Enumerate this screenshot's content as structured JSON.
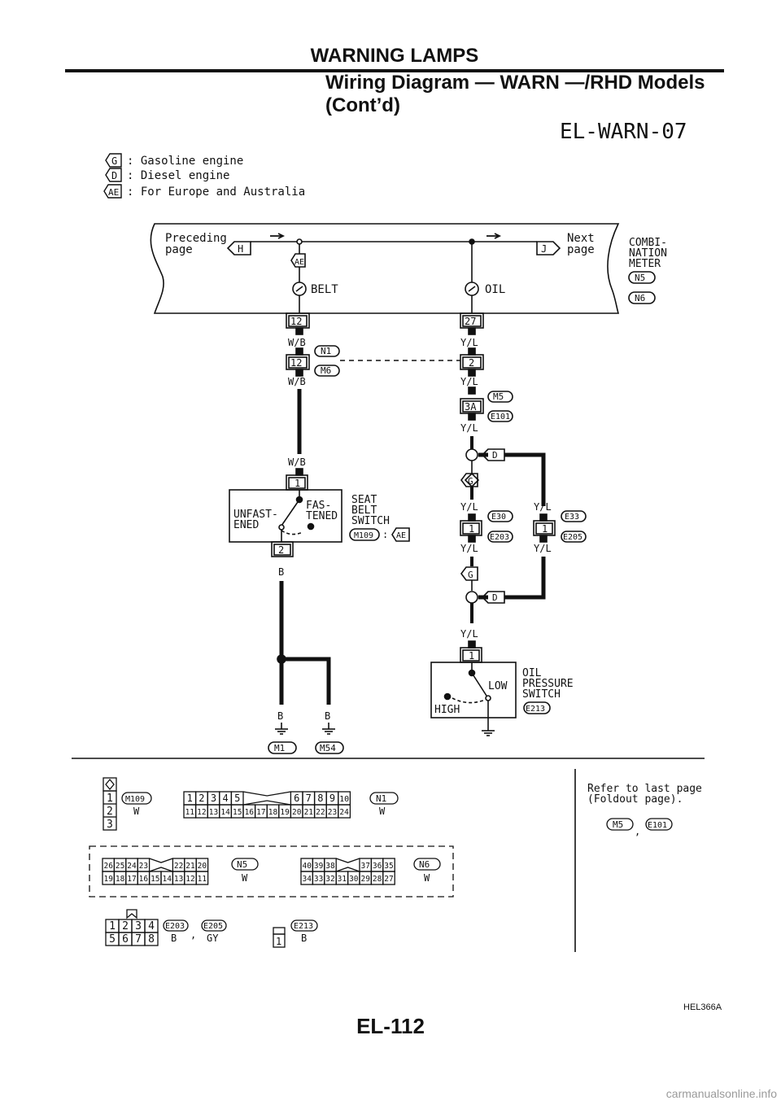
{
  "header": {
    "section": "WARNING LAMPS",
    "title_line1": "Wiring Diagram — WARN —/RHD Models",
    "title_line2": "(Cont’d)"
  },
  "diagram_code": "EL-WARN-07",
  "legend": [
    {
      "symbol": "G",
      "text": ": Gasoline engine"
    },
    {
      "symbol": "D",
      "text": ": Diesel engine"
    },
    {
      "symbol": "AE",
      "text": ": For Europe and Australia"
    }
  ],
  "meter": {
    "preceding": [
      "Preceding",
      "page"
    ],
    "next": [
      "Next",
      "page"
    ],
    "connector_h": "H",
    "connector_j": "J",
    "name": [
      "COMBI-",
      "NATION",
      "METER"
    ],
    "connectors": [
      "N5",
      "N6"
    ],
    "ae_tag": "AE",
    "belt_label": "BELT",
    "oil_label": "OIL"
  },
  "left_circuit": {
    "pin_meter": "12",
    "wire_wb_1": "W/B",
    "pin_joint": "12",
    "joint_connectors": [
      "N1",
      "M6"
    ],
    "wire_wb_2": "W/B",
    "wire_wb_3": "W/B",
    "switch_pin_top": "1",
    "switch_pin_bottom": "2",
    "unfastened": [
      "UNFAST-",
      "ENED"
    ],
    "fastened": [
      "FAS-",
      "TENED"
    ],
    "switch_name": [
      "SEAT",
      "BELT",
      "SWITCH"
    ],
    "switch_connector": "M109",
    "switch_note_sep": ":",
    "switch_note_tag": "AE",
    "wire_b": "B",
    "ground_b1": "B",
    "ground_b2": "B",
    "grounds": [
      "M1",
      "M54"
    ]
  },
  "right_circuit": {
    "pin_meter": "27",
    "wire_yl_1": "Y/L",
    "pin_joint": "2",
    "wire_yl_2": "Y/L",
    "pin_3a": "3A",
    "conn_3a": [
      "M5",
      "E101"
    ],
    "wire_yl_3": "Y/L",
    "tag_d": "D",
    "tag_g": "G",
    "wire_yl_g1": "Y/L",
    "pin_g": "1",
    "conn_g": [
      "E30",
      "E203"
    ],
    "wire_yl_g2": "Y/L",
    "wire_yl_d1": "Y/L",
    "pin_d": "1",
    "conn_d": [
      "E33",
      "E205"
    ],
    "wire_yl_d2": "Y/L",
    "tag_g2": "G",
    "tag_d2": "D",
    "wire_yl_4": "Y/L",
    "oil_pin": "1",
    "low": "LOW",
    "high": "HIGH",
    "oil_name": [
      "OIL",
      "PRESSURE",
      "SWITCH"
    ],
    "oil_connector": "E213"
  },
  "connector_views": {
    "m109": {
      "pins": [
        "1",
        "2",
        "3"
      ],
      "id": "M109",
      "color": "W"
    },
    "n1": {
      "top": [
        "1",
        "2",
        "3",
        "4",
        "5",
        "6",
        "7",
        "8",
        "9",
        "10"
      ],
      "bottom": [
        "11",
        "12",
        "13",
        "14",
        "15",
        "16",
        "17",
        "18",
        "19",
        "20",
        "21",
        "22",
        "23",
        "24"
      ],
      "id": "N1",
      "color": "W"
    },
    "n5": {
      "top": [
        "26",
        "25",
        "24",
        "23",
        "22",
        "21",
        "20"
      ],
      "bottom": [
        "19",
        "18",
        "17",
        "16",
        "15",
        "14",
        "13",
        "12",
        "11"
      ],
      "id": "N5",
      "color": "W"
    },
    "n6": {
      "top": [
        "40",
        "39",
        "38",
        "37",
        "36",
        "35"
      ],
      "bottom": [
        "34",
        "33",
        "32",
        "31",
        "30",
        "29",
        "28",
        "27"
      ],
      "id": "N6",
      "color": "W"
    },
    "e203": {
      "top": [
        "1",
        "2",
        "3",
        "4"
      ],
      "bottom": [
        "5",
        "6",
        "7",
        "8"
      ],
      "ids": [
        "E203",
        "E205"
      ],
      "colors": [
        "B",
        "GY"
      ],
      "sep": ","
    },
    "e213": {
      "pin": "1",
      "id": "E213",
      "color": "B"
    },
    "refer": [
      "Refer to last page",
      "(Foldout page)."
    ],
    "refer_conns": [
      "M5",
      "E101"
    ],
    "refer_sep": ","
  },
  "figure_code": "HEL366A",
  "page_number": "EL-112",
  "watermark": "carmanualsonline.info"
}
